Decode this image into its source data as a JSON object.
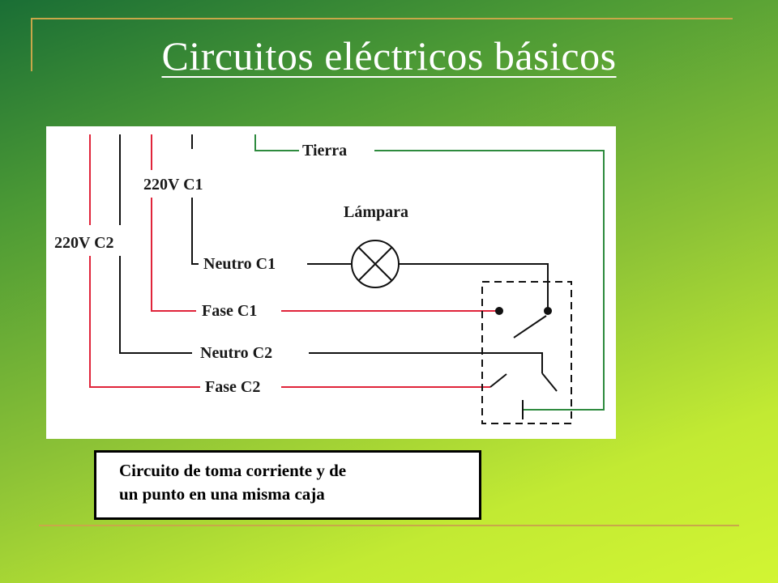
{
  "title": "Circuitos eléctricos básicos",
  "diagram": {
    "labels": {
      "tierra": "Tierra",
      "feed_c1": "220V C1",
      "feed_c2": "220V C2",
      "lamp": "Lámpara",
      "neutro_c1": "Neutro C1",
      "fase_c1": "Fase C1",
      "neutro_c2": "Neutro C2",
      "fase_c2": "Fase C2"
    },
    "colors": {
      "fase": "#e0243a",
      "neutro": "#111111",
      "tierra": "#2e8b3e"
    }
  },
  "caption": "Circuito de toma corriente y de\nun punto en una misma caja"
}
